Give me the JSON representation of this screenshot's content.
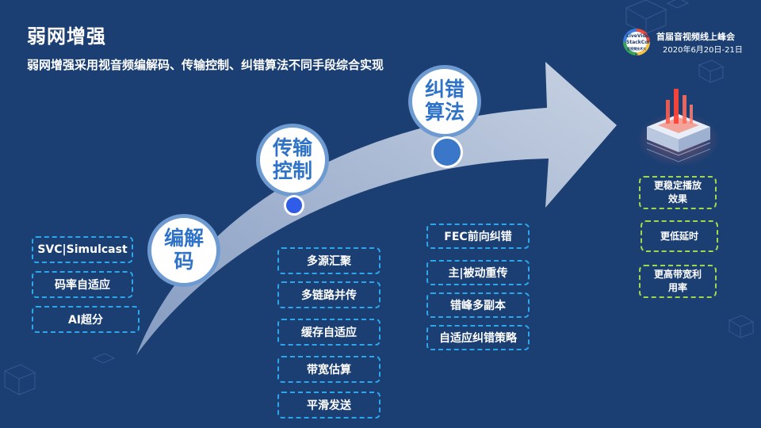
{
  "slide": {
    "title": "弱网增强",
    "subtitle": "弱网增强采用视音频编解码、传输控制、纠错算法不同手段综合实现"
  },
  "conference": {
    "logo_lines": [
      "LiveVideo",
      "StackCon",
      "音视频技术大会"
    ],
    "name": "首届音视频线上峰会",
    "date": "2020年6月20日-21日"
  },
  "stages": [
    {
      "label_line1": "编解",
      "label_line2": "码"
    },
    {
      "label_line1": "传输",
      "label_line2": "控制"
    },
    {
      "label_line1": "纠错",
      "label_line2": "算法"
    }
  ],
  "codec_items": [
    "SVC|Simulcast",
    "码率自适应",
    "AI超分"
  ],
  "transport_items": [
    "多源汇聚",
    "多链路并传",
    "缓存自适应",
    "带宽估算",
    "平滑发送"
  ],
  "fec_items": [
    "FEC前向纠错",
    "主|被动重传",
    "错峰多副本",
    "自适应纠错策略"
  ],
  "benefits": [
    {
      "line1": "更稳定播放",
      "line2": "效果"
    },
    {
      "line1": "更低延时",
      "line2": ""
    },
    {
      "line1": "更高带宽利",
      "line2": "用率"
    }
  ],
  "colors": {
    "background": "#1b3f73",
    "arrow": "#c9d3e6",
    "box_border": "#2ea6ea",
    "benefit_border": "#9fd84b",
    "bubble_text": "#2f73c8"
  }
}
